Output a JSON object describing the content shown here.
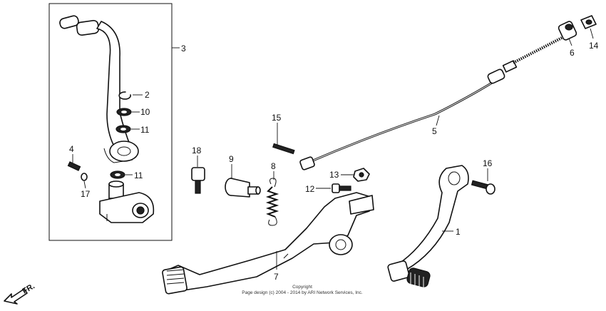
{
  "callouts": [
    {
      "id": "1",
      "text": "1"
    },
    {
      "id": "2",
      "text": "2"
    },
    {
      "id": "3",
      "text": "3"
    },
    {
      "id": "4",
      "text": "4"
    },
    {
      "id": "5",
      "text": "5"
    },
    {
      "id": "6",
      "text": "6"
    },
    {
      "id": "7",
      "text": "7"
    },
    {
      "id": "8",
      "text": "8"
    },
    {
      "id": "9",
      "text": "9"
    },
    {
      "id": "10",
      "text": "10"
    },
    {
      "id": "11a",
      "text": "11"
    },
    {
      "id": "11b",
      "text": "11"
    },
    {
      "id": "12",
      "text": "12"
    },
    {
      "id": "13",
      "text": "13"
    },
    {
      "id": "14",
      "text": "14"
    },
    {
      "id": "15",
      "text": "15"
    },
    {
      "id": "16",
      "text": "16"
    },
    {
      "id": "17",
      "text": "17"
    },
    {
      "id": "18",
      "text": "18"
    }
  ],
  "direction_marker": "FR.",
  "copyright": {
    "line1": "Copyright",
    "line2": "Page design (c) 2004 - 2014 by ARI Network Services, Inc."
  }
}
